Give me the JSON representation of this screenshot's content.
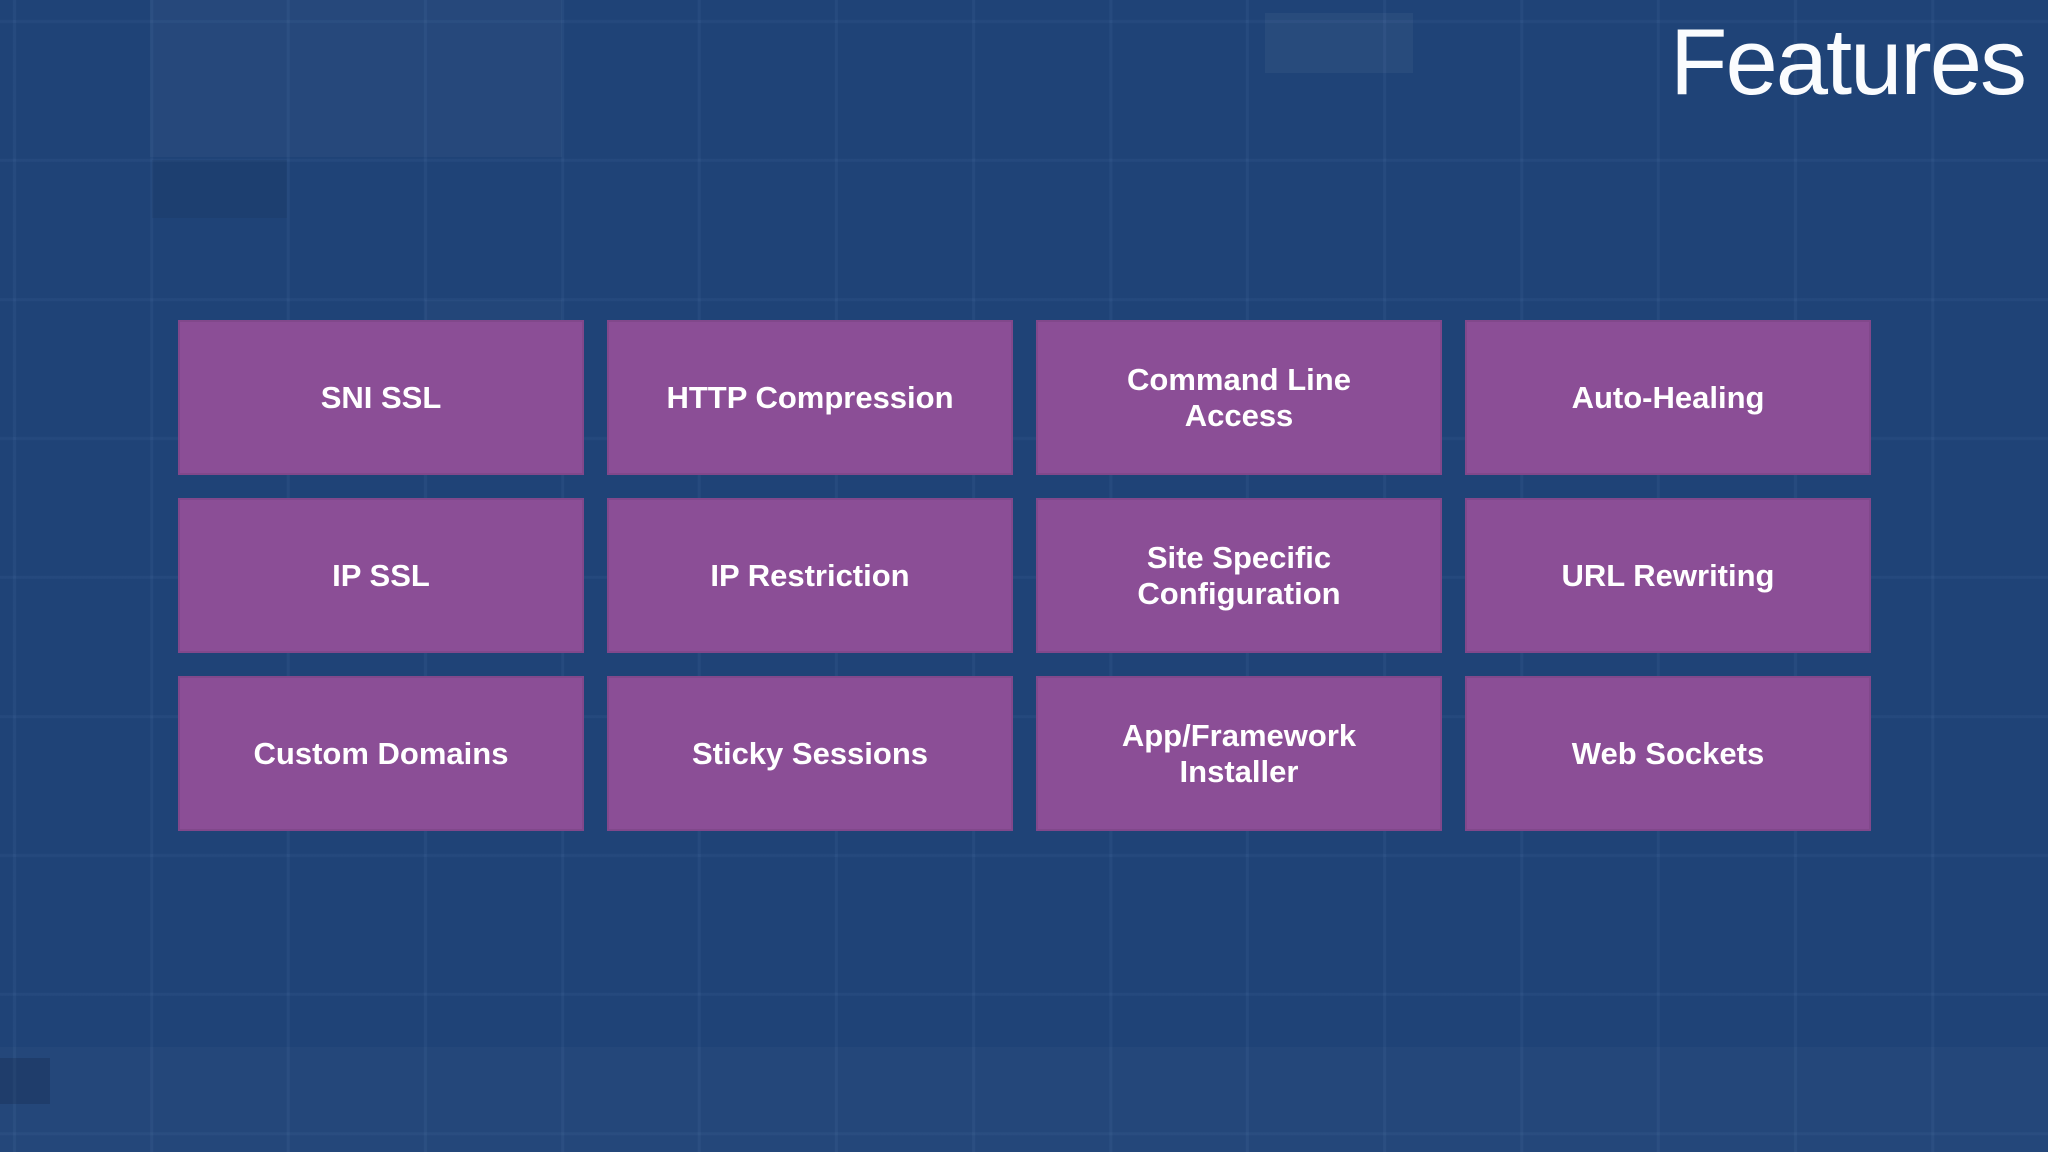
{
  "slide": {
    "title": "Features",
    "tiles": [
      {
        "label": "SNI SSL"
      },
      {
        "label": "HTTP Compression"
      },
      {
        "label": "Command Line Access"
      },
      {
        "label": "Auto-Healing"
      },
      {
        "label": "IP SSL"
      },
      {
        "label": "IP Restriction"
      },
      {
        "label": "Site Specific Configuration"
      },
      {
        "label": "URL Rewriting"
      },
      {
        "label": "Custom Domains"
      },
      {
        "label": "Sticky Sessions"
      },
      {
        "label": "App/Framework Installer"
      },
      {
        "label": "Web Sockets"
      }
    ],
    "colors": {
      "background": "#1f4377",
      "tile": "#8b4e96",
      "tile_text": "#ffffff",
      "title_text": "#fafcfe"
    }
  }
}
